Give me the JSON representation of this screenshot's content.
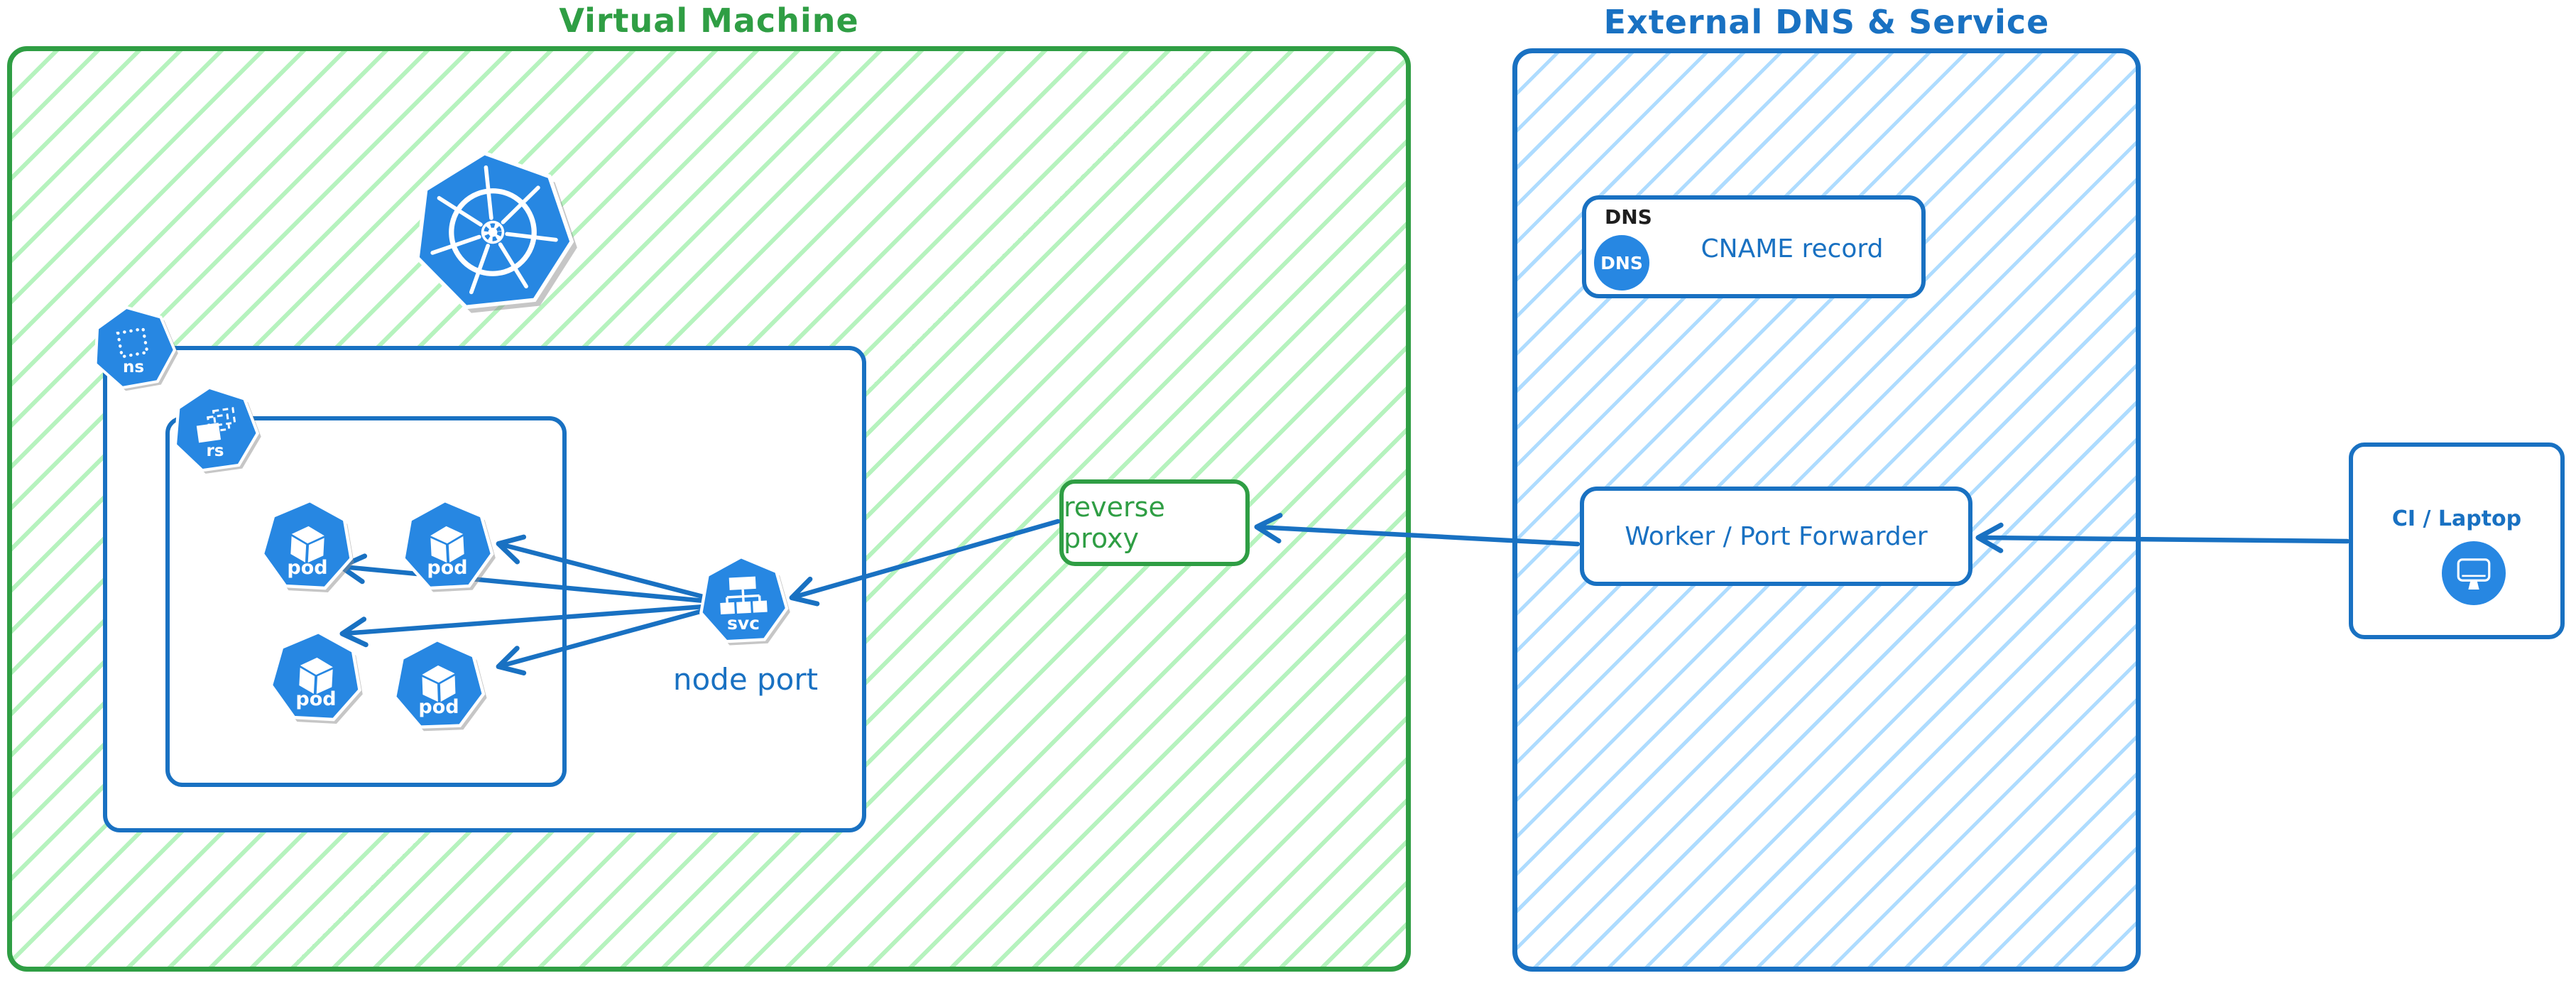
{
  "diagram": {
    "vm_group": {
      "title": "Virtual Machine"
    },
    "external_group": {
      "title": "External DNS & Service"
    },
    "icons": {
      "kubernetes": "kubernetes-logo",
      "namespace_label": "ns",
      "replicaset_label": "rs",
      "pod_label": "pod",
      "service_label": "svc"
    },
    "node_port_label": "node port",
    "reverse_proxy": {
      "label": "reverse proxy"
    },
    "dns_card": {
      "tag": "DNS",
      "badge": "DNS",
      "record": "CNAME record"
    },
    "worker": {
      "label": "Worker / Port Forwarder"
    },
    "ci": {
      "label": "CI / Laptop"
    },
    "colors": {
      "green_stroke": "#2f9e44",
      "green_hatch": "#b2f2bb",
      "blue_stroke": "#1971c2",
      "blue_hatch": "#a5d8ff",
      "icon_blue": "#2787e2",
      "text_black": "#1e1e1e",
      "white": "#ffffff"
    }
  }
}
